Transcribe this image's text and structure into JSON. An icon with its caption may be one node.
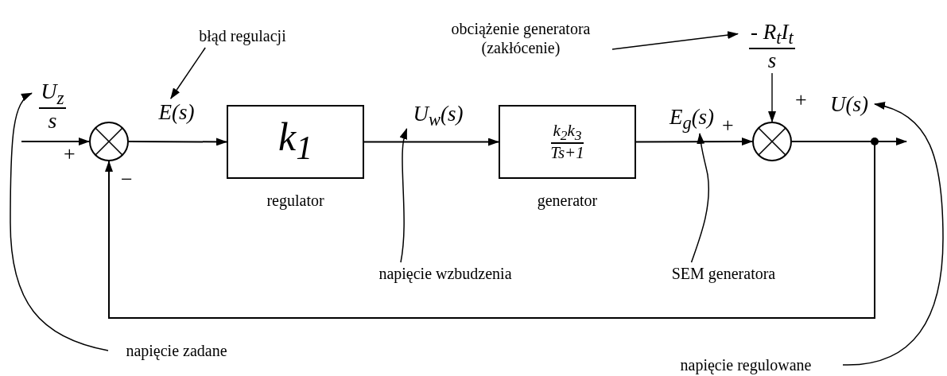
{
  "diagram": {
    "nodes": [
      {
        "text": [
          "błąd regulacji"
        ]
      },
      {
        "text": [
          "obciążenie generatora (zakłócenie)"
        ]
      },
      {
        "text": [
          "- R$_{t}$I$_{t}$",
          "s"
        ]
      },
      {
        "text": [
          "U$_{z}$",
          "s"
        ]
      },
      {
        "text": [
          "E(s)"
        ]
      },
      {
        "text": [],
        "shape": "circle"
      },
      {
        "text": [
          "k$_{1}$"
        ],
        "beside": [
          "regulator"
        ]
      },
      {
        "text": [
          "U$_{w}$(s)"
        ]
      },
      {
        "text": [
          "k$_{2}$k$_{3}$",
          "Ts+1"
        ],
        "beside": [
          "generator"
        ]
      },
      {
        "text": [
          "E$_{g}$(s)"
        ]
      },
      {
        "text": [],
        "shape": "circle"
      },
      {
        "text": [
          "U(s)"
        ]
      },
      {
        "text": [
          "napięcie wzbudzenia"
        ]
      },
      {
        "text": [
          "SEM generatora"
        ]
      },
      {
        "text": [
          "napięcie zadane"
        ]
      },
      {
        "text": [
          "napięcie regulowane"
        ]
      }
    ],
    "edges": [
      {
        "from": null,
        "to": 5,
        "arrow": "to"
      },
      {
        "from": 5,
        "to": 6,
        "arrow": "to"
      },
      {
        "from": 6,
        "to": 8,
        "arrow": "to"
      },
      {
        "from": 8,
        "to": 10,
        "arrow": "to"
      },
      {
        "from": 2,
        "to": 10,
        "arrow": "to"
      },
      {
        "from": 10,
        "to": null,
        "arrow": "to"
      },
      {
        "from": 10,
        "to": 5,
        "arrow": "to"
      },
      {
        "from": 0,
        "to": 4,
        "arrow": "to"
      },
      {
        "from": 1,
        "to": 2,
        "arrow": "to"
      },
      {
        "from": 14,
        "to": 3,
        "arrow": "to"
      },
      {
        "from": 12,
        "to": 7,
        "arrow": "to"
      },
      {
        "from": 13,
        "to": 9,
        "arrow": "to"
      },
      {
        "from": 15,
        "to": 11,
        "arrow": "to"
      }
    ],
    "labels": [
      "+",
      "+",
      "+",
      "−"
    ]
  }
}
